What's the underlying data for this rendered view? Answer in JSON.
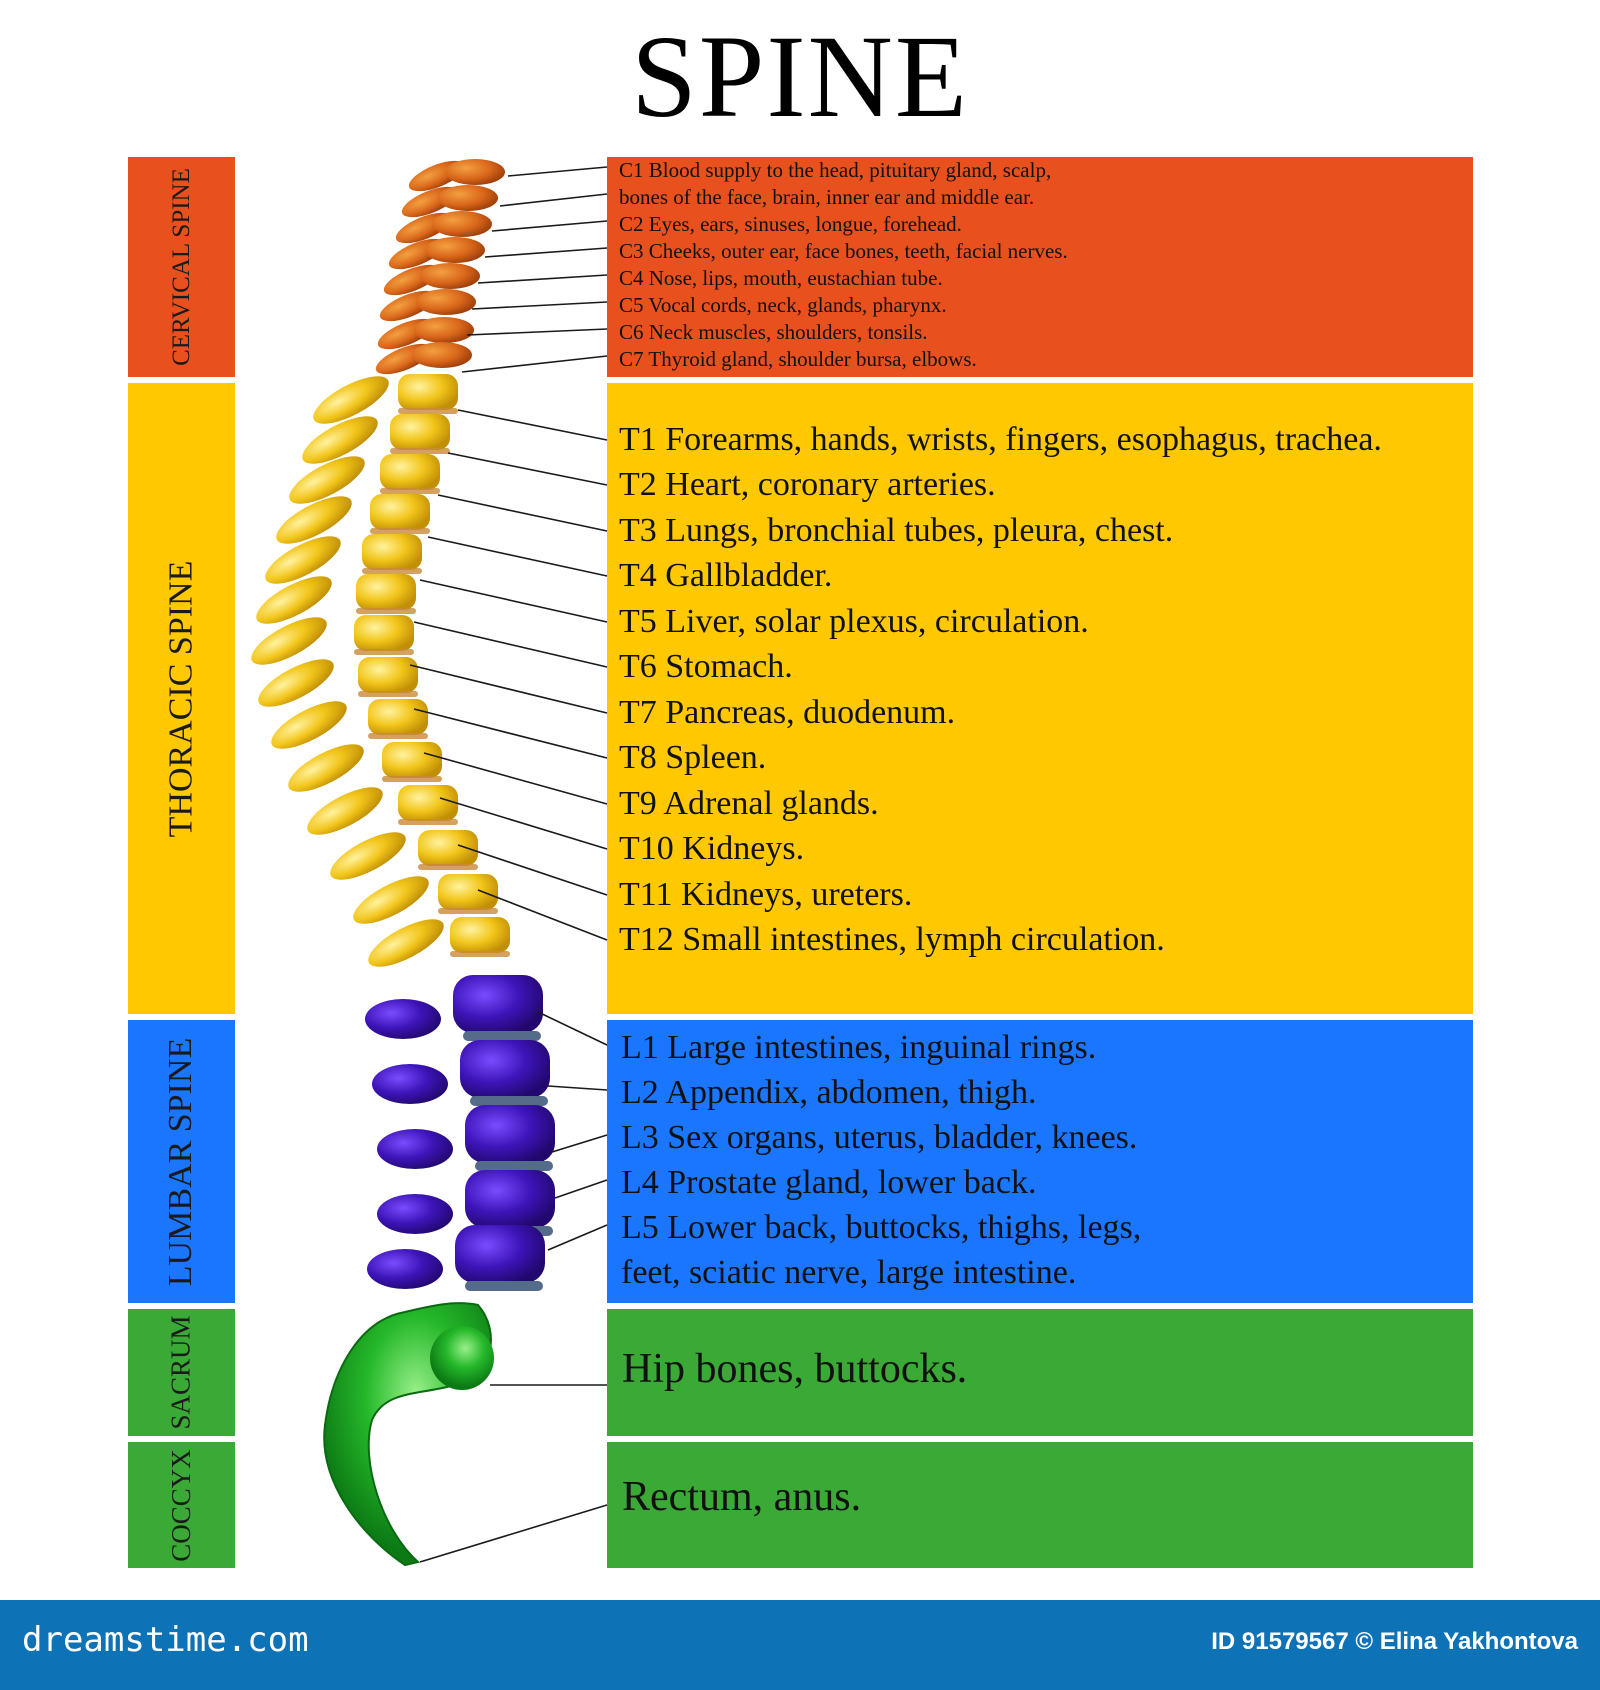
{
  "title": "SPINE",
  "colors": {
    "cervical": "#e8501e",
    "thoracic": "#ffc800",
    "lumbar": "#1a75ff",
    "sacrum": "#3aa935",
    "coccyx": "#3aa935",
    "footer": "#0e72b7"
  },
  "regions": {
    "cervical": "CERVICAL SPINE",
    "thoracic": "THORACIC SPINE",
    "lumbar": "LUMBAR SPINE",
    "sacrum": "SACRUM",
    "coccyx": "COCCYX"
  },
  "cervical_items": [
    "C1  Blood supply to the head, pituitary gland, scalp,",
    "bones of the face, brain, inner ear and middle ear.",
    "C2  Eyes, ears, sinuses, longue, forehead.",
    "C3  Cheeks, outer ear, face bones, teeth, facial nerves.",
    "C4  Nose, lips, mouth, eustachian tube.",
    "C5  Vocal cords, neck, glands, pharynx.",
    "C6  Neck muscles, shoulders, tonsils.",
    "C7  Thyroid gland, shoulder bursa, elbows."
  ],
  "thoracic_items": [
    "T1  Forearms, hands, wrists, fingers, esophagus, trachea.",
    "T2  Heart, coronary arteries.",
    "T3  Lungs, bronchial tubes, pleura, chest.",
    "T4  Gallbladder.",
    "T5  Liver, solar plexus, circulation.",
    "T6  Stomach.",
    "T7  Pancreas, duodenum.",
    "T8  Spleen.",
    "T9  Adrenal glands.",
    "T10  Kidneys.",
    "T11  Kidneys, ureters.",
    "T12  Small intestines, lymph circulation."
  ],
  "lumbar_items": [
    "L1  Large intestines, inguinal rings.",
    "L2  Appendix, abdomen, thigh.",
    "L3 Sex organs, uterus, bladder, knees.",
    "L4  Prostate gland, lower back.",
    "L5  Lower back, buttocks, thighs, legs,",
    "feet, sciatic nerve, large intestine."
  ],
  "sacrum_text": "Hip bones, buttocks.",
  "coccyx_text": "Rectum, anus.",
  "footer": {
    "brand": "dreamstime.com",
    "credit": "ID 91579567 © Elina Yakhontova"
  }
}
